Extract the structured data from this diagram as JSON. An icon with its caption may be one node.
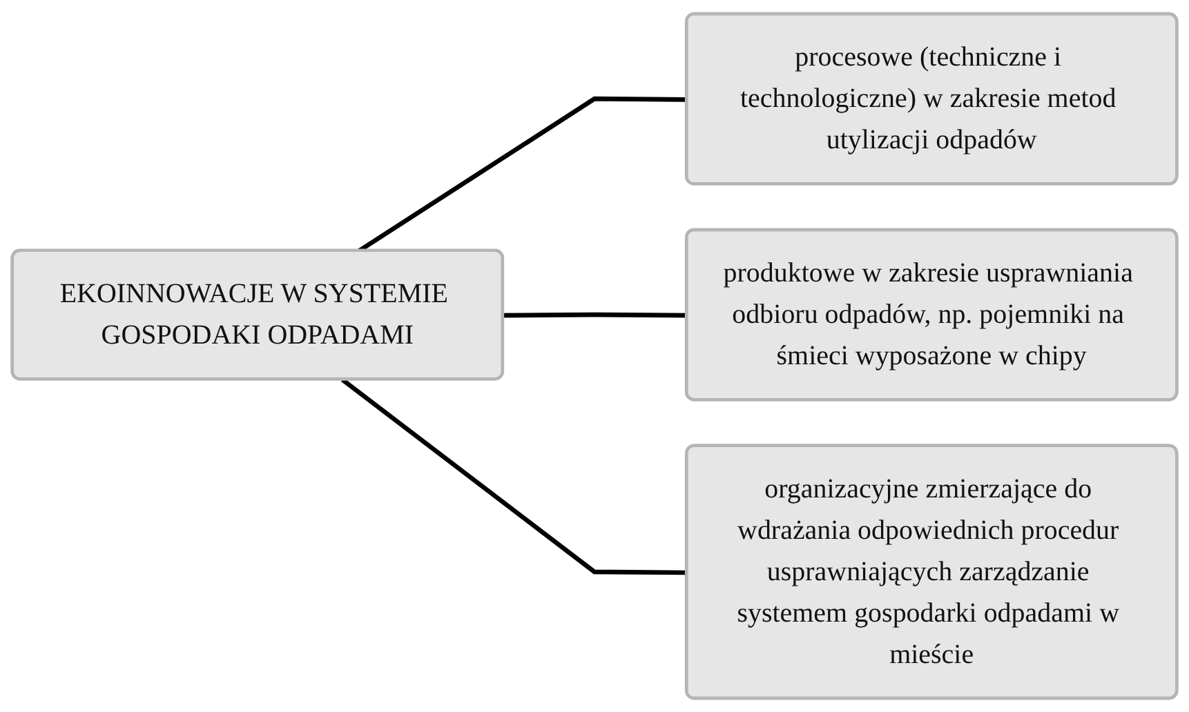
{
  "diagram": {
    "nodes": [
      {
        "text": [
          "EKOINNOWACJE W SYSTEMIE GOSPODAKI ODPADAMI"
        ]
      },
      {
        "text": [
          "procesowe (techniczne i technologiczne) w zakresie metod utylizacji odpadów"
        ]
      },
      {
        "text": [
          "produktowe w zakresie usprawniania odbioru odpadów, np. pojemniki na śmieci wyposażone w chipy"
        ]
      },
      {
        "text": [
          "organizacyjne zmierzające do wdrażania odpowiednich procedur usprawniających zarządzanie systemem gospodarki odpadami w mieście"
        ]
      }
    ],
    "edges": [
      {
        "from": 0,
        "to": 1,
        "arrow": "none"
      },
      {
        "from": 0,
        "to": 2,
        "arrow": "none"
      },
      {
        "from": 0,
        "to": 3,
        "arrow": "none"
      }
    ]
  }
}
